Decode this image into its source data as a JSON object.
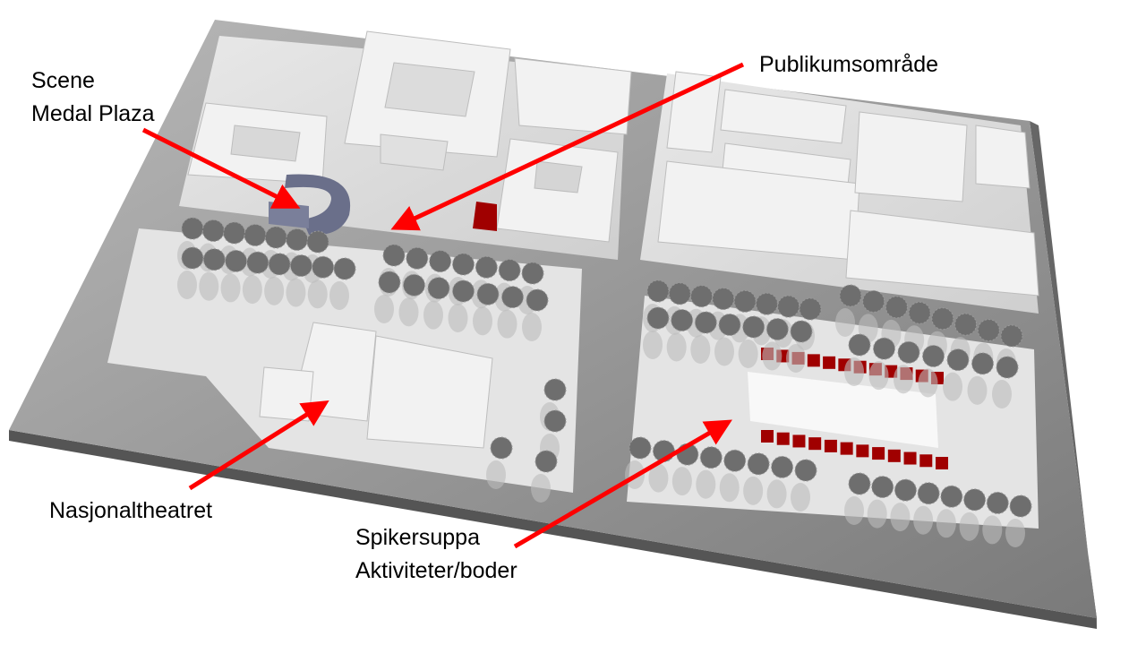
{
  "labels": {
    "scene_line1": "Scene",
    "scene_line2": "Medal Plaza",
    "audience": "Publikumsområde",
    "theatre": "Nasjonaltheatret",
    "spikersuppa_line1": "Spikersuppa",
    "spikersuppa_line2": "Aktiviteter/boder"
  },
  "colors": {
    "arrow": "#ff0000",
    "stands": "#a00000",
    "stage": "#6a6f8a",
    "base": "#8c8c8c"
  }
}
